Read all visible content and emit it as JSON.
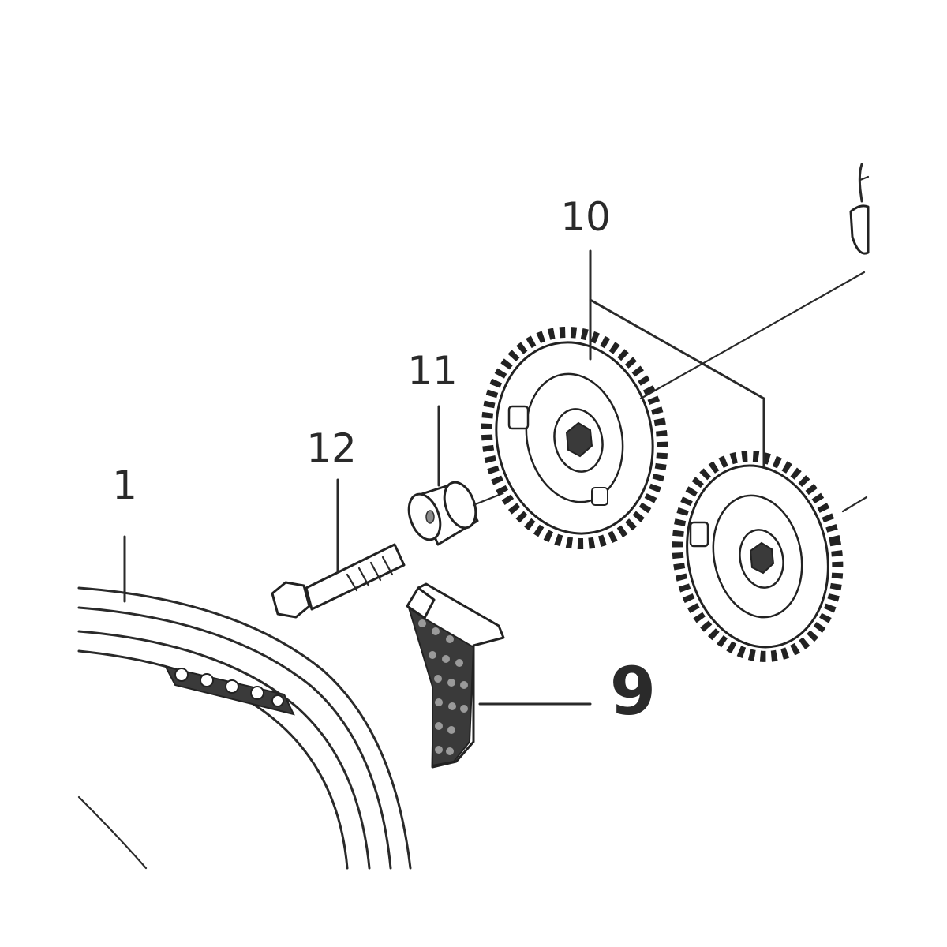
{
  "diagram": {
    "callouts": [
      {
        "id": "1",
        "label": "1"
      },
      {
        "id": "9",
        "label": "9",
        "highlight_color": "#cc0000"
      },
      {
        "id": "10",
        "label": "10"
      },
      {
        "id": "11",
        "label": "11"
      },
      {
        "id": "12",
        "label": "12"
      }
    ],
    "line_color": "#2a2a2a",
    "background_color": "#ffffff"
  }
}
